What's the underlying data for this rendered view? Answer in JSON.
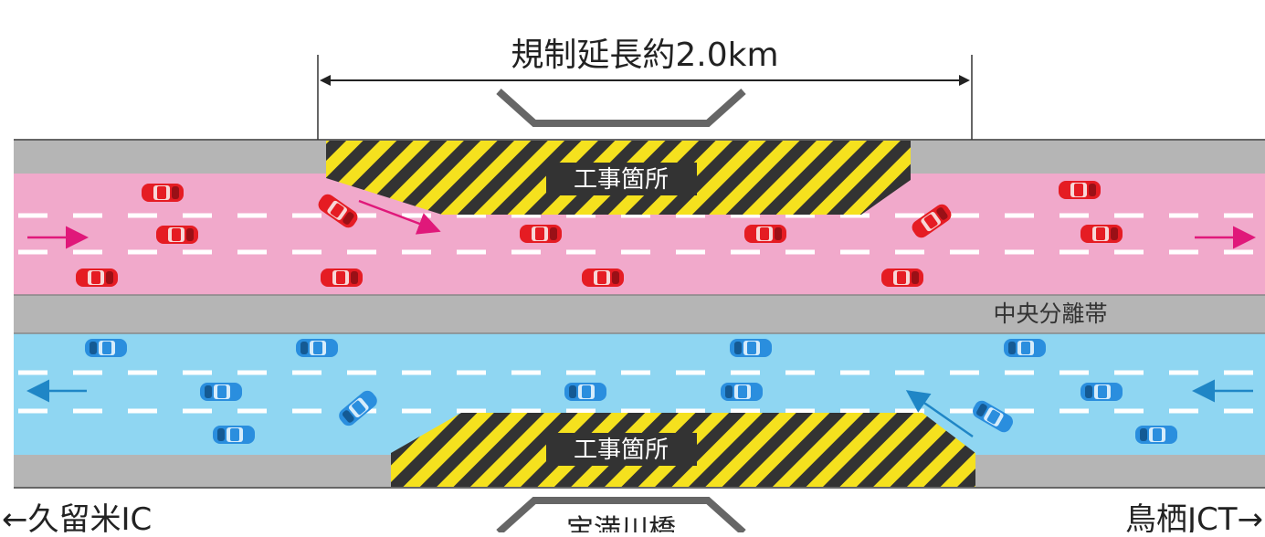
{
  "regulation_label": "規制延長約2.0km",
  "work_zone_top_label": "工事箇所",
  "work_zone_bottom_label": "工事箇所",
  "median_label": "中央分離帯",
  "left_destination": "←久留米IC",
  "right_destination": "鳥栖JCT→",
  "bridge_label": "宝満川橋",
  "colors": {
    "shoulder": "#b5b5b5",
    "outbound_lanes": "#f1a9cb",
    "inbound_lanes": "#8fd6f2",
    "hatch_yellow": "#f5e11e",
    "hatch_dark": "#333333",
    "outbound_arrow": "#e0187a",
    "inbound_arrow": "#1f86c6",
    "red_car": "#e51c23",
    "blue_car": "#2a8ede"
  }
}
